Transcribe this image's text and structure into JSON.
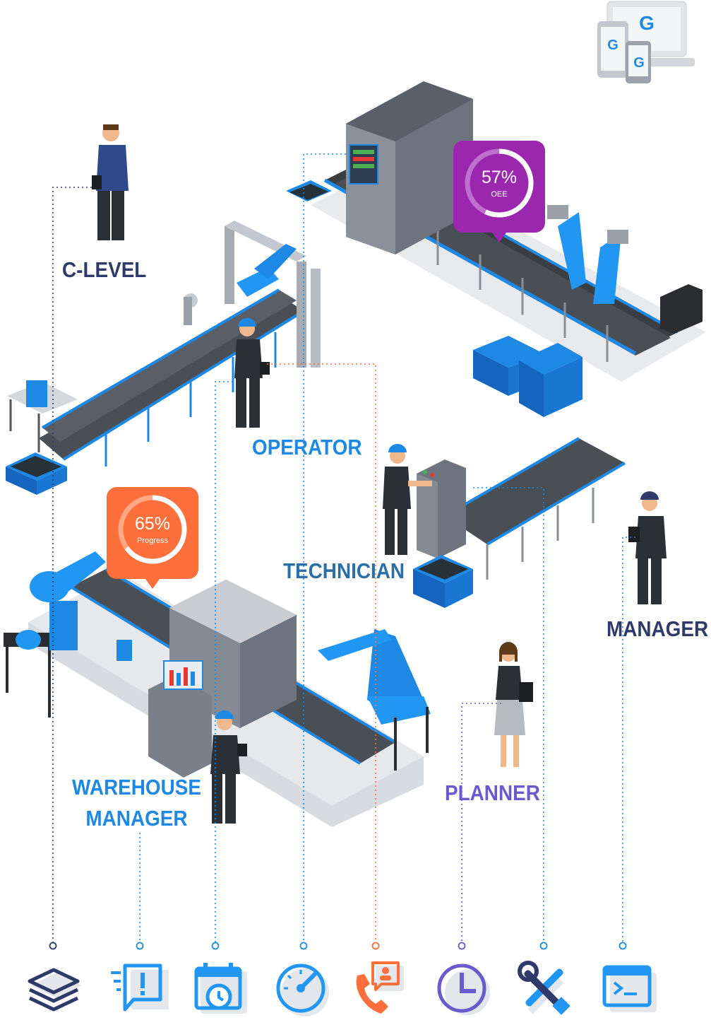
{
  "roles": {
    "c_level": "C-LEVEL",
    "operator": "OPERATOR",
    "technician": "TECHNICIAN",
    "manager": "MANAGER",
    "warehouse_manager_line1": "WAREHOUSE",
    "warehouse_manager_line2": "MANAGER",
    "planner": "PLANNER"
  },
  "badges": {
    "oee": {
      "value": "57%",
      "caption": "OEE",
      "percent": 57,
      "color": "#9b27af"
    },
    "progress": {
      "value": "65%",
      "caption": "Progress",
      "percent": 65,
      "color": "#ff6f3c"
    }
  },
  "bottom_icons": [
    {
      "name": "layers-icon",
      "color": "#2f3a6b"
    },
    {
      "name": "alert-message-icon",
      "color": "#2196f3"
    },
    {
      "name": "calendar-clock-icon",
      "color": "#2196f3"
    },
    {
      "name": "gauge-icon",
      "color": "#2196f3"
    },
    {
      "name": "phone-contact-icon",
      "color": "#ff6f3c"
    },
    {
      "name": "clock-icon",
      "color": "#6a5acd"
    },
    {
      "name": "tools-icon",
      "color": "#2196f3"
    },
    {
      "name": "terminal-window-icon",
      "color": "#2196f3"
    }
  ],
  "colors": {
    "navy": "#2f3a6b",
    "blue": "#1e88e5",
    "orange": "#ff6f3c",
    "purple": "#6a5acd",
    "light_gray": "#e6e8ec"
  }
}
